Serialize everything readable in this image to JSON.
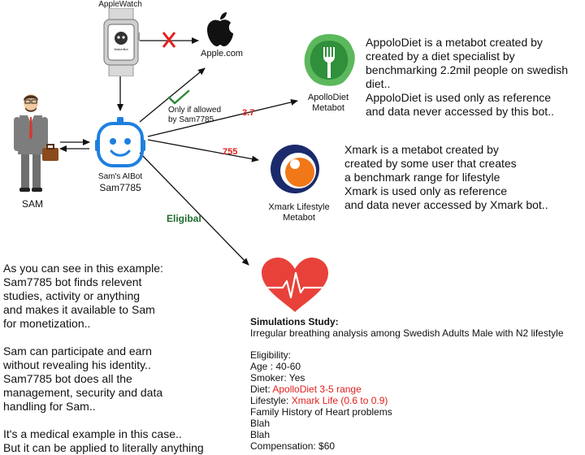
{
  "applewatch": {
    "label": "AppleWatch",
    "screen_text": "WatchBot"
  },
  "apple": {
    "label": "Apple.com"
  },
  "condition": {
    "label_line1": "Only if allowed",
    "label_line2": "by Sam7785"
  },
  "sam": {
    "label": "SAM"
  },
  "aibot": {
    "label_line1": "Sam's AIBot",
    "label_line2": "Sam7785"
  },
  "appolodiet": {
    "label_line1": "ApolloDiet",
    "label_line2": "Metabot",
    "score": "3.7",
    "description": [
      "AppoloDiet is a metabot created by",
      "created by a diet specialist by",
      "benchmarking 2.2mil people on swedish diet..",
      "AppoloDiet is used only as reference",
      "and data never accessed by this bot.."
    ]
  },
  "xmark": {
    "label_line1": "Xmark Lifestyle",
    "label_line2": "Metabot",
    "score": ".755",
    "description": [
      "Xmark is a metabot created by",
      "created by some user that creates",
      "a benchmark range for lifestyle",
      "Xmark is used only as reference",
      "and data never accessed by Xmark bot.."
    ]
  },
  "eligibal": {
    "label": "Eligibal"
  },
  "explanation": {
    "block1": [
      "As you can see in this example:",
      "Sam7785 bot finds relevent",
      "studies, activity or anything",
      "and makes it available to Sam",
      "for monetization.."
    ],
    "block2": [
      "Sam can participate and earn",
      "without revealing his identity..",
      "Sam7785 bot does all the",
      "management, security and data",
      "handling for Sam.."
    ],
    "block3": [
      "It's a medical example in this case..",
      "But it can be applied to literally anything"
    ]
  },
  "study": {
    "title": "Simulations Study:",
    "subtitle": "Irregular breathing analysis among Swedish Adults Male with N2 lifestyle",
    "eligibility_header": "Eligibility:",
    "age": "Age : 40-60",
    "smoker": "Smoker: Yes",
    "diet_prefix": "Diet: ",
    "diet_value": "ApolloDiet 3-5 range",
    "lifestyle_prefix": "Lifestyle: ",
    "lifestyle_value": "Xmark Life (0.6 to 0.9)",
    "family_history": "Family History of Heart problems",
    "blah1": "Blah",
    "blah2": "Blah",
    "compensation": "Compensation: $60"
  },
  "colors": {
    "accent_red": "#e0201e",
    "bot_blue": "#1e7fe0",
    "diet_green": "#5cb85c",
    "xmark_navy": "#1a2a6c",
    "xmark_orange": "#f07818",
    "eligibal_green": "#1f6b2f",
    "heart_red": "#e8413a"
  }
}
